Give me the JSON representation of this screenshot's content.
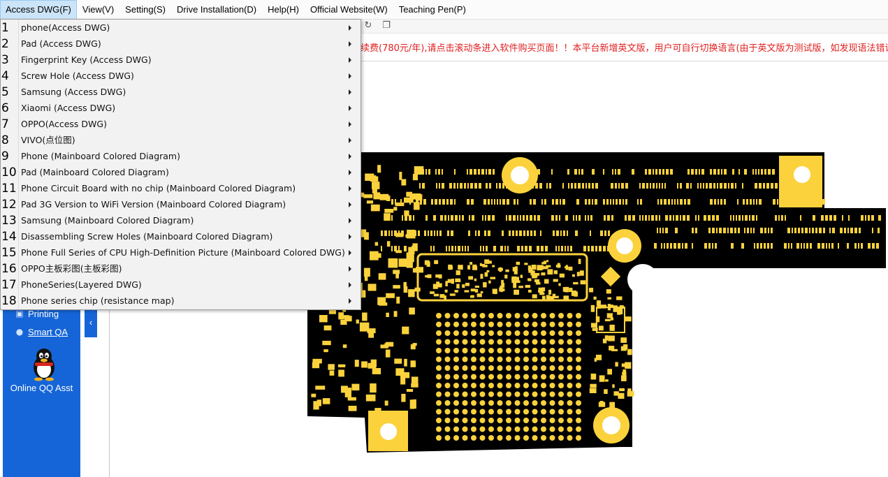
{
  "menubar": {
    "items": [
      {
        "label": "Access DWG(F)",
        "active": true
      },
      {
        "label": "View(V)"
      },
      {
        "label": "Setting(S)"
      },
      {
        "label": "Drive Installation(D)"
      },
      {
        "label": "Help(H)"
      },
      {
        "label": "Official Website(W)"
      },
      {
        "label": "Teaching Pen(P)"
      }
    ]
  },
  "notice": {
    "text": "续费(780元/年),请点击滚动条进入软件购买页面！！本平台新增英文版，用户可自行切换语言(由于英文版为测试版，如发现语法错误"
  },
  "sidebar": {
    "printing_label": "Printing",
    "smart_qa_label": "Smart QA",
    "qq_label": "Online QQ Asst"
  },
  "dropdown": {
    "items": [
      {
        "num": "1",
        "label": "phone(Access DWG)"
      },
      {
        "num": "2",
        "label": "Pad (Access DWG)"
      },
      {
        "num": "3",
        "label": "Fingerprint Key (Access DWG)"
      },
      {
        "num": "4",
        "label": "Screw Hole (Access DWG)"
      },
      {
        "num": "5",
        "label": "Samsung (Access DWG)"
      },
      {
        "num": "6",
        "label": "Xiaomi (Access DWG)"
      },
      {
        "num": "7",
        "label": "OPPO(Access DWG)"
      },
      {
        "num": "8",
        "label": "VIVO(点位图)"
      },
      {
        "num": "9",
        "label": "Phone (Mainboard Colored Diagram)"
      },
      {
        "num": "10",
        "label": "Pad (Mainboard Colored Diagram)"
      },
      {
        "num": "11",
        "label": "Phone Circuit Board with no chip (Mainboard Colored Diagram)"
      },
      {
        "num": "12",
        "label": "Pad 3G Version to WiFi Version (Mainboard Colored Diagram)"
      },
      {
        "num": "13",
        "label": "Samsung (Mainboard Colored Diagram)"
      },
      {
        "num": "14",
        "label": "Disassembling Screw Holes (Mainboard Colored Diagram)"
      },
      {
        "num": "15",
        "label": "Phone Full Series of CPU High-Definition Picture (Mainboard Colored DWG)"
      },
      {
        "num": "16",
        "label": "OPPO主板彩图(主板彩图)"
      },
      {
        "num": "17",
        "label": "PhoneSeries(Layered DWG)"
      },
      {
        "num": "18",
        "label": "Phone series chip (resistance map)"
      }
    ]
  },
  "colors": {
    "sidebar_blue": "#1565d8",
    "pad_gold": "#fbd23c",
    "board_black": "#000000",
    "notice_red": "#e02020"
  },
  "icons": {
    "printing": "printer-icon",
    "smart_qa": "chat-bubble-icon",
    "qq": "qq-penguin-icon",
    "collapse": "chevron-left-icon",
    "refresh": "refresh-icon",
    "copy": "copy-icon"
  }
}
